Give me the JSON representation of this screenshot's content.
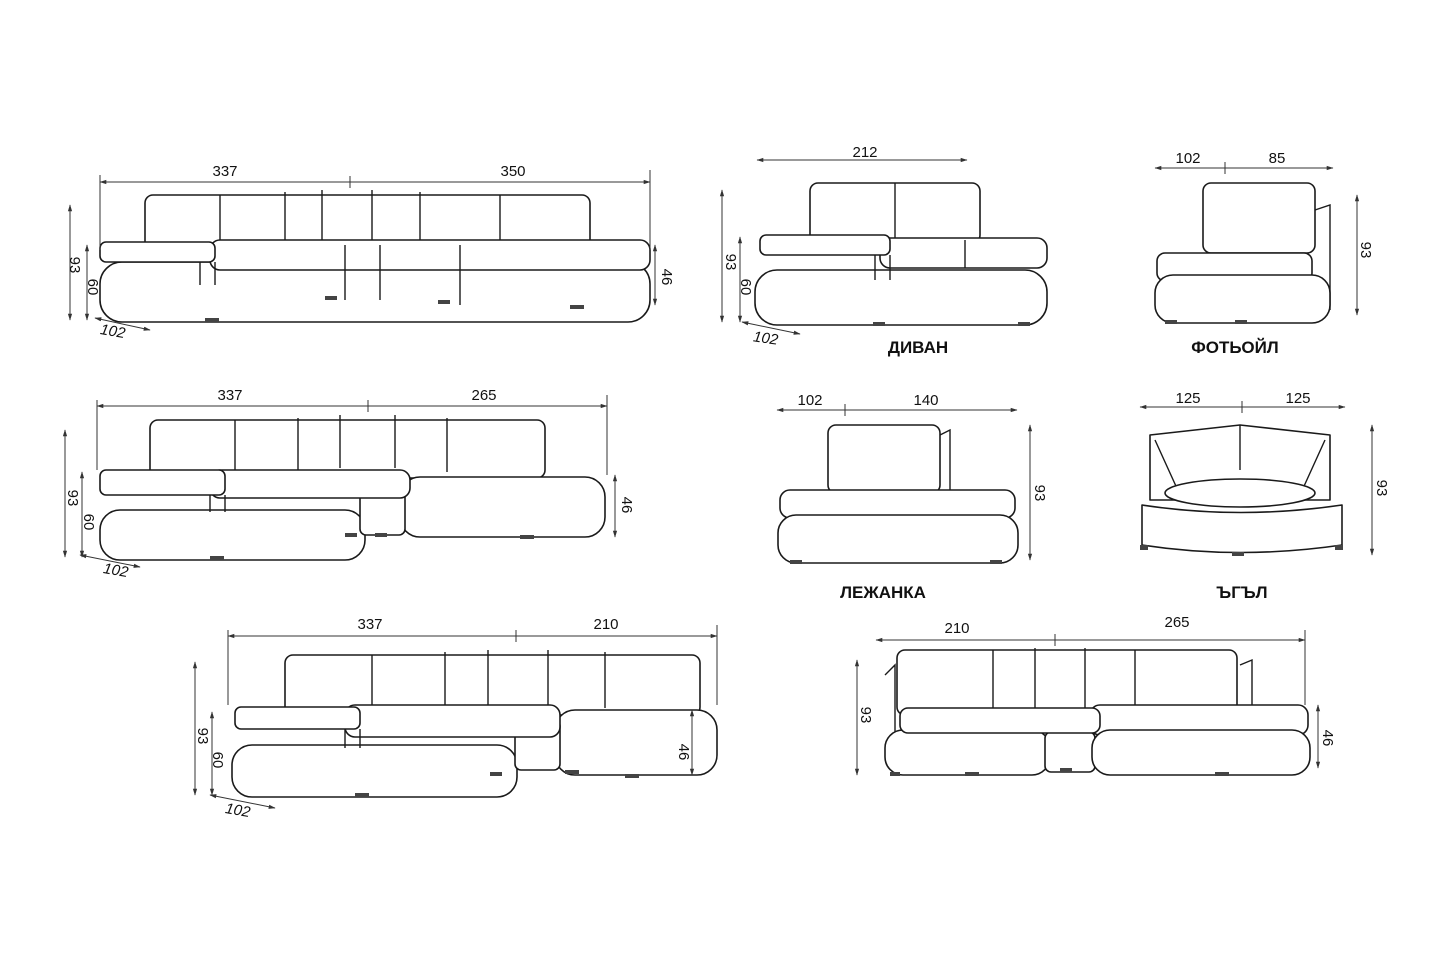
{
  "drawings": {
    "corner_large": {
      "w1": "337",
      "w2": "350",
      "h_back": "93",
      "h_arm": "60",
      "depth": "102",
      "h_seat": "46"
    },
    "sofa": {
      "label": "ДИВАН",
      "width": "212",
      "h_back": "93",
      "h_arm": "60",
      "depth": "102"
    },
    "armchair": {
      "label": "ФОТЬОЙЛ",
      "w1": "102",
      "w2": "85",
      "h_back": "93"
    },
    "corner_medium": {
      "w1": "337",
      "w2": "265",
      "h_back": "93",
      "h_arm": "60",
      "depth": "102",
      "h_seat": "46"
    },
    "chaise": {
      "label": "ЛЕЖАНКА",
      "w1": "102",
      "w2": "140",
      "h_back": "93"
    },
    "corner_piece": {
      "label": "ЪГЪЛ",
      "w1": "125",
      "w2": "125",
      "h_back": "93"
    },
    "corner_small": {
      "w1": "337",
      "w2": "210",
      "h_back": "93",
      "h_arm": "60",
      "depth": "102",
      "h_seat": "46"
    },
    "corner_right": {
      "w1": "210",
      "w2": "265",
      "h_back": "93",
      "h_seat": "46"
    }
  },
  "colors": {
    "line": "#1a1a1a",
    "background": "#ffffff"
  }
}
